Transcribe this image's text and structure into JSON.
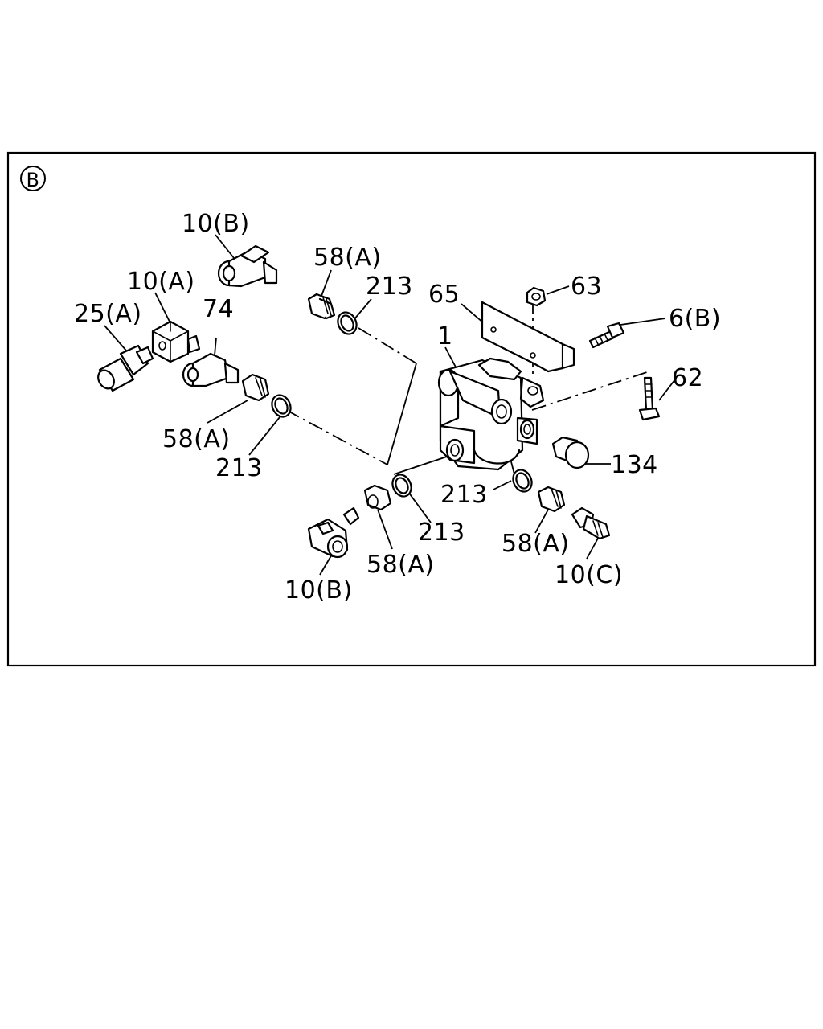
{
  "view_marker": "B",
  "labels": {
    "l_10b_top": "10(B)",
    "l_58a_top": "58(A)",
    "l_213_top": "213",
    "l_65": "65",
    "l_63": "63",
    "l_6b": "6(B)",
    "l_10a": "10(A)",
    "l_74": "74",
    "l_25a": "25(A)",
    "l_1": "1",
    "l_62": "62",
    "l_58a_left": "58(A)",
    "l_213_left": "213",
    "l_134": "134",
    "l_213_right": "213",
    "l_213_bottom": "213",
    "l_58a_bottom": "58(A)",
    "l_58a_right": "58(A)",
    "l_10c": "10(C)",
    "l_10b_bottom": "10(B)"
  }
}
